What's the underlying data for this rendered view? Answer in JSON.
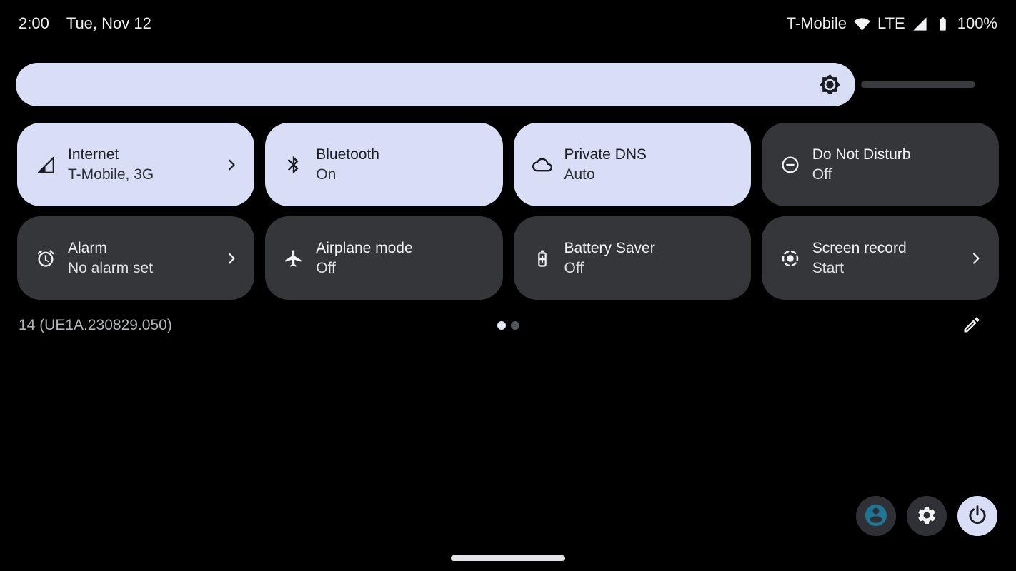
{
  "status_bar": {
    "time": "2:00",
    "date": "Tue, Nov 12",
    "carrier": "T-Mobile",
    "network_type": "LTE",
    "battery_level": "100%"
  },
  "brightness_slider": {
    "level_percent": 87
  },
  "quick_settings": {
    "tiles": [
      {
        "label": "Internet",
        "status": "T-Mobile, 3G"
      },
      {
        "label": "Bluetooth",
        "status": "On"
      },
      {
        "label": "Private DNS",
        "status": "Auto"
      },
      {
        "label": "Do Not Disturb",
        "status": "Off"
      },
      {
        "label": "Alarm",
        "status": "No alarm set"
      },
      {
        "label": "Airplane mode",
        "status": "Off"
      },
      {
        "label": "Battery Saver",
        "status": "Off"
      },
      {
        "label": "Screen record",
        "status": "Start"
      }
    ]
  },
  "footer": {
    "build_number": "14 (UE1A.230829.050)",
    "page_count": 2,
    "current_page": 1
  },
  "colors": {
    "accent_surface": "#d9def7",
    "tile_inactive": "#35363a",
    "on_accent": "#1b1d22",
    "on_dark": "#eef0f3",
    "avatar_teal": "#1f7596",
    "background": "#000000"
  }
}
